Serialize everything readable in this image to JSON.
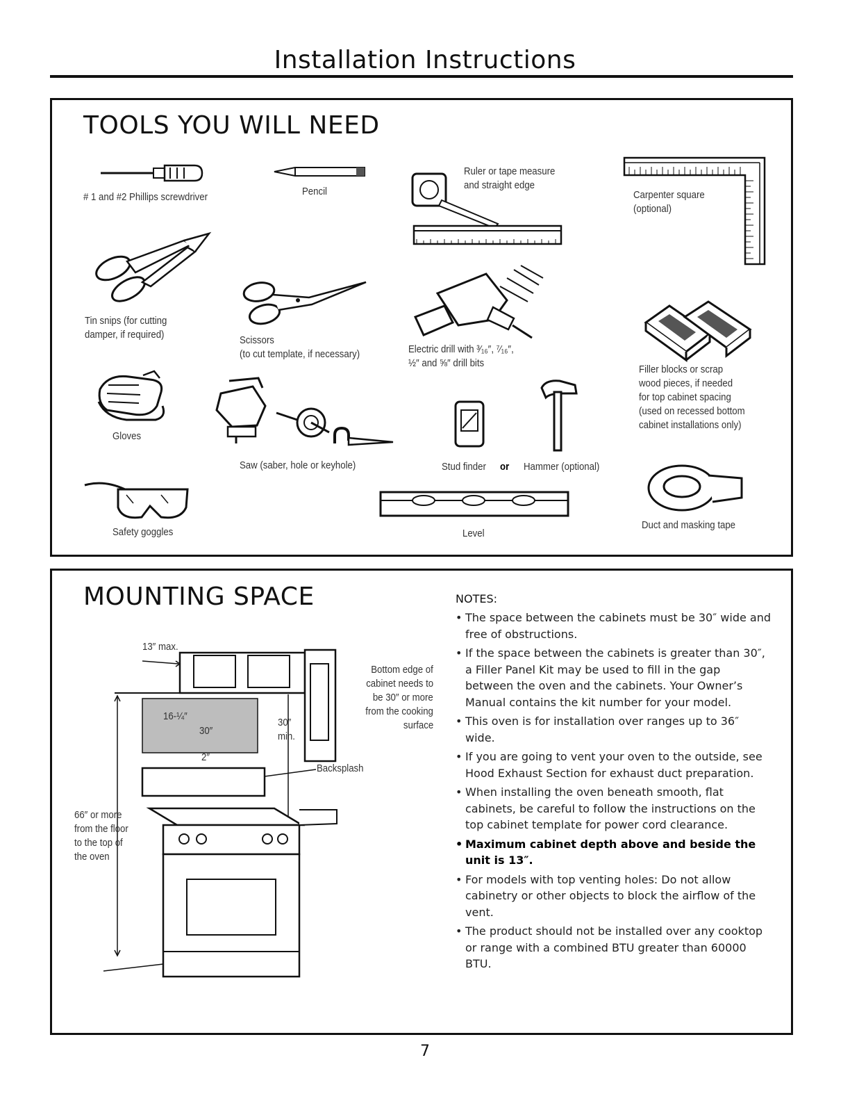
{
  "header": {
    "title": "Installation Instructions"
  },
  "tools": {
    "title": "TOOLS YOU WILL NEED",
    "items": {
      "screwdriver": "# 1 and #2 Phillips screwdriver",
      "pencil": "Pencil",
      "ruler_1": "Ruler or tape measure",
      "ruler_2": "and straight edge",
      "square_1": "Carpenter square",
      "square_2": "(optional)",
      "tinsnips_1": "Tin snips (for cutting",
      "tinsnips_2": "damper, if required)",
      "scissors_1": "Scissors",
      "scissors_2": "(to cut template, if necessary)",
      "drill_1": "Electric drill with ³⁄₁₆″, ⁷⁄₁₆″,",
      "drill_2": "½″ and ⅝″ drill bits",
      "filler_1": "Filler blocks or scrap",
      "filler_2": "wood pieces, if needed",
      "filler_3": "for top cabinet spacing",
      "filler_4": "(used on recessed bottom",
      "filler_5": "cabinet installations only)",
      "gloves": "Gloves",
      "saw": "Saw (saber, hole or keyhole)",
      "studfinder": "Stud finder",
      "or": "or",
      "hammer": "Hammer (optional)",
      "goggles": "Safety goggles",
      "level": "Level",
      "tape": "Duct and masking tape"
    }
  },
  "mounting": {
    "title": "MOUNTING SPACE",
    "diagram": {
      "max_depth": "13″ max.",
      "dim_height": "16-¼″",
      "dim_width": "30″",
      "dim_min_1": "30″",
      "dim_min_2": "min.",
      "dim_gap": "2″",
      "bottom_edge_1": "Bottom edge of",
      "bottom_edge_2": "cabinet needs to",
      "bottom_edge_3": "be 30″ or more",
      "bottom_edge_4": "from the cooking",
      "bottom_edge_5": "surface",
      "backsplash": "Backsplash",
      "floor_1": "66″ or more",
      "floor_2": "from the floor",
      "floor_3": "to the top of",
      "floor_4": "the oven"
    },
    "notes_title": "NOTES:",
    "notes": [
      "The space between the cabinets must be 30″ wide and free of obstructions.",
      "If the space between the cabinets is greater than 30″, a Filler Panel Kit may be used to fill in the gap between the oven and the cabinets. Your Owner’s Manual contains the kit number for your model.",
      "This oven is for installation over ranges up to 36″ wide.",
      "If you are going to vent your oven to the outside, see Hood Exhaust Section for exhaust duct preparation.",
      "When installing the oven beneath smooth, flat cabinets, be careful to follow the instructions on the top cabinet template for power cord clearance.",
      "Maximum cabinet depth above  and beside the unit is 13″.",
      "For models with top venting holes:  Do not allow cabinetry or other objects to block the airflow of the vent.",
      "The product should not be installed over any cooktop or range with a combined BTU greater than 60000 BTU."
    ]
  },
  "footer": {
    "page_number": "7"
  }
}
